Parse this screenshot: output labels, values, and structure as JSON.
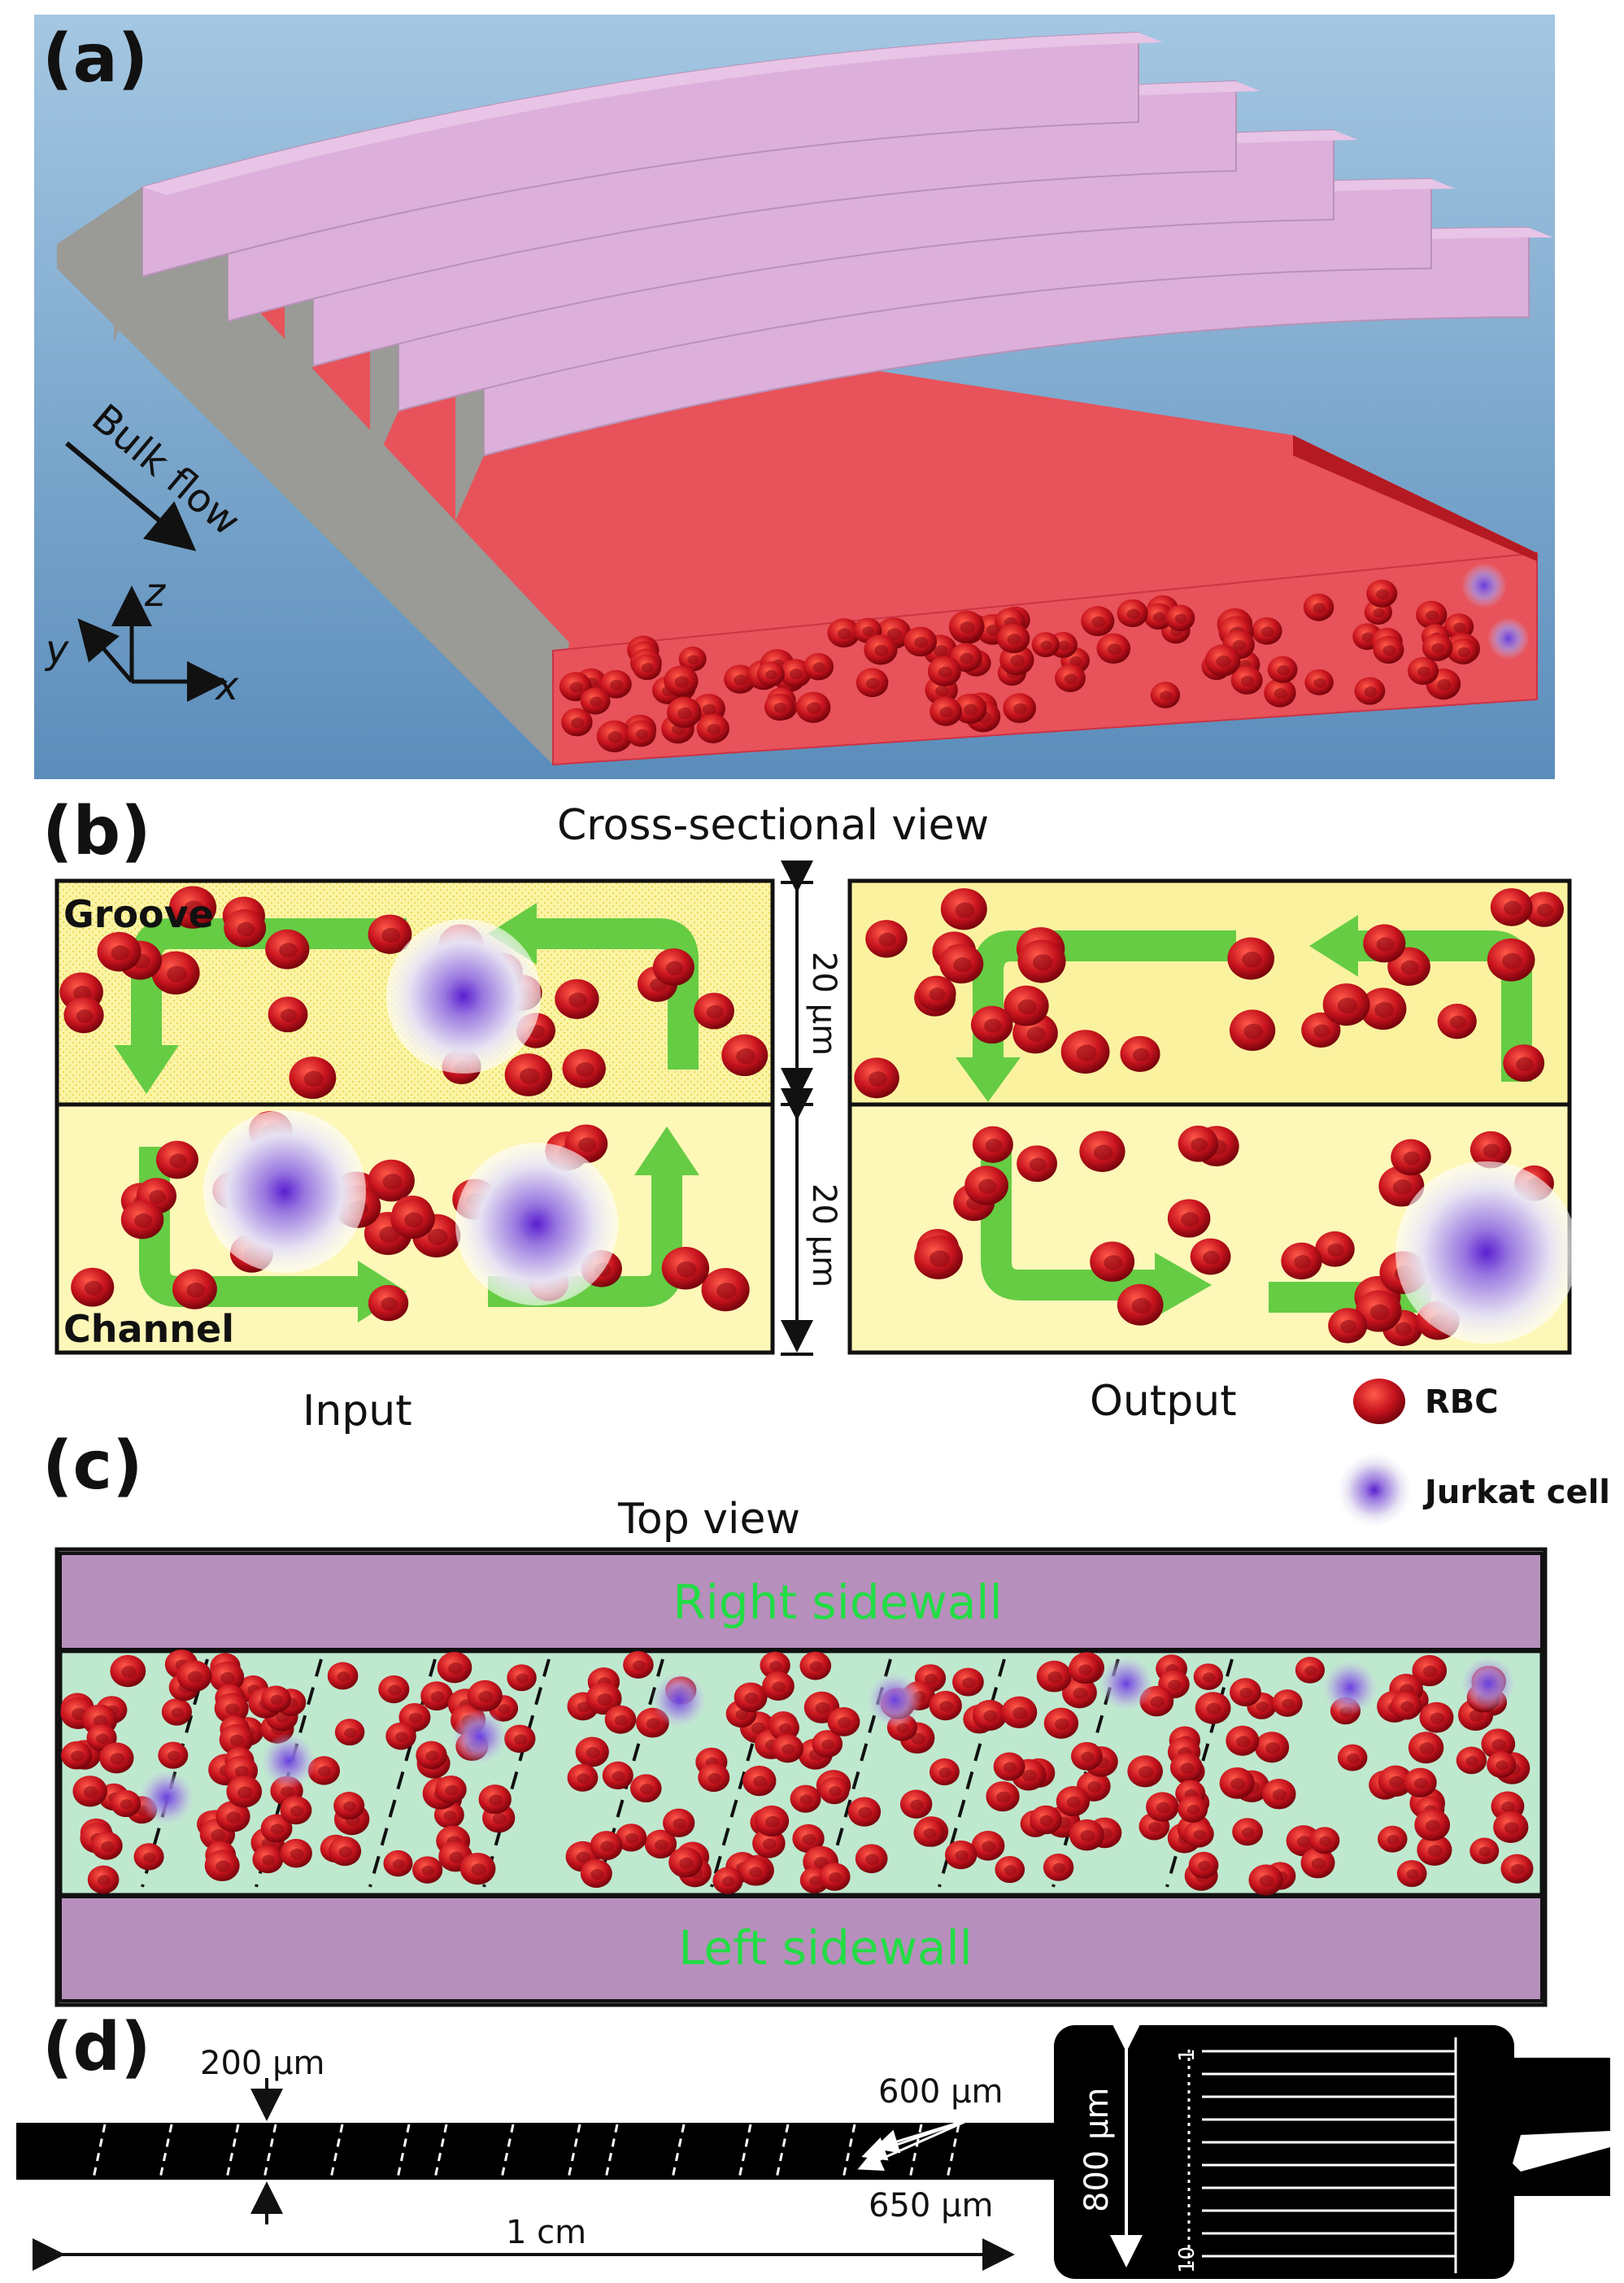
{
  "panels": {
    "a": {
      "label": "(a)",
      "bulk_flow": "Bulk flow",
      "axis_x": "x",
      "axis_y": "y",
      "axis_z": "z",
      "colors": {
        "background_top": "#9cc1de",
        "background_bottom": "#5d8fbd",
        "groove_ridge": "#d9a8d6",
        "channel_fluid": "#e8525a",
        "sidewall": "#9a9a96"
      }
    },
    "b": {
      "label": "(b)",
      "title": "Cross-sectional view",
      "groove": "Groove",
      "channel": "Channel",
      "height_groove": "20 μm",
      "height_channel": "20 μm",
      "input": "Input",
      "output": "Output",
      "legend_rbc": "RBC",
      "legend_jurkat": "Jurkat cell",
      "colors": {
        "fill": "#fbf4a6",
        "flow_arrow": "#66cc44",
        "rbc": "#c8141e"
      }
    },
    "c": {
      "label": "(c)",
      "title": "Top view",
      "right_sidewall": "Right sidewall",
      "left_sidewall": "Left sidewall",
      "colors": {
        "sidewall": "#b78fbc",
        "channel": "#bfe9cf",
        "wall_text": "#22dd44"
      }
    },
    "d": {
      "label": "(d)",
      "dim_200": "200 μm",
      "dim_600": "600 μm",
      "dim_650": "650 μm",
      "dim_1cm": "1 cm",
      "dim_800": "800 μm",
      "outlet_first": "1",
      "outlet_last": "10"
    }
  }
}
